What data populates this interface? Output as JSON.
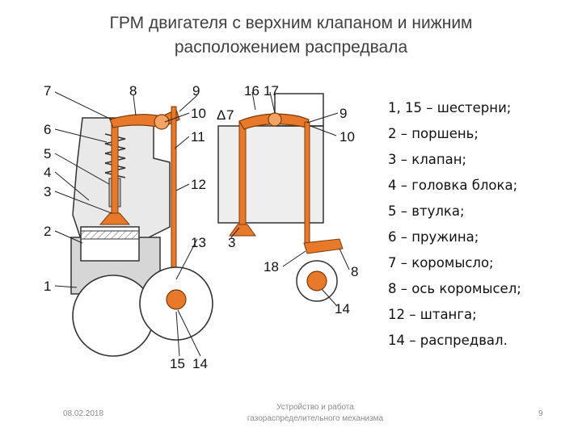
{
  "slide": {
    "title_line1": "ГРМ  двигателя с верхним клапаном и нижним",
    "title_line2": "расположением распредвала"
  },
  "diagram": {
    "left_labels": [
      "7",
      "6",
      "5",
      "4",
      "3",
      "2",
      "1"
    ],
    "top_labels": [
      "8",
      "9",
      "10",
      "11",
      "12",
      "13"
    ],
    "bottom_labels": [
      "15",
      "14"
    ],
    "right_labels": [
      "16",
      "17",
      "Δ",
      "7",
      "9",
      "10",
      "3",
      "18",
      "8",
      "14"
    ],
    "colors": {
      "highlight": "#e8782a",
      "line": "#333333",
      "shade": "#c8c8c8"
    }
  },
  "legend": [
    "1, 15 – шестерни;",
    "2 – поршень;",
    "3 – клапан;",
    "4 – головка блока;",
    "5 – втулка;",
    "6 – пружина;",
    "7 – коромысло;",
    "8 – ось коромысел;",
    "12 – штанга;",
    "14 – распредвал."
  ],
  "footer": {
    "date": "08.02.2018",
    "line1": "Устройство и работа",
    "line2": "газораспределительного механизма",
    "page": "9"
  }
}
